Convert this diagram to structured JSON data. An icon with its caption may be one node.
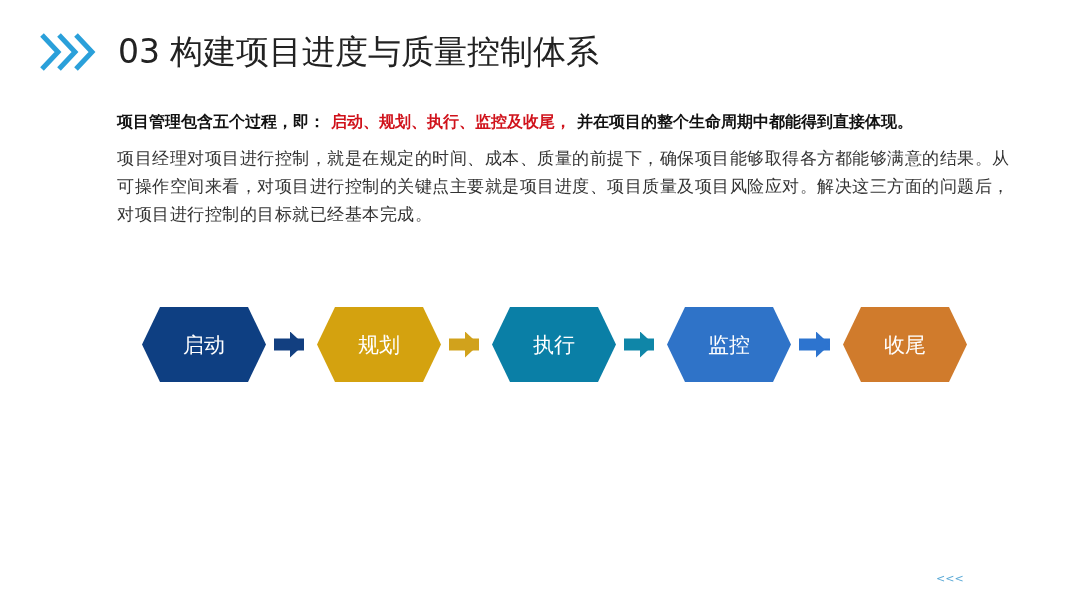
{
  "diagram": {
    "title": "03 构建项目进度与质量控制体系",
    "nodes": [
      {
        "text": [
          "启动"
        ]
      },
      {
        "text": [
          "规划"
        ]
      },
      {
        "text": [
          "执行"
        ]
      },
      {
        "text": [
          "监控"
        ]
      },
      {
        "text": [
          "收尾"
        ]
      }
    ],
    "edges": [
      {
        "from": 0,
        "to": 1,
        "arrow": "to",
        "color": "#123f80"
      },
      {
        "from": 1,
        "to": 2,
        "arrow": "to",
        "color": "#d1a21c"
      },
      {
        "from": 2,
        "to": 3,
        "arrow": "to",
        "color": "#0f86a8"
      },
      {
        "from": 3,
        "to": 4,
        "arrow": "to",
        "color": "#2d74cf"
      }
    ],
    "labels": [
      "项目管理包含五个过程，即：",
      "启动、规划、执行、监控及收尾，",
      "并在项目的整个生命周期中都能得到直接体现。",
      "项目经理对项目进行控制，就是在规定的时间、成本、质量的前提下，确保项目能够取得各方都能够满意的结果。从可操作空间来看，对项目进行控制的关键点主要就是项目进度、项目质量及项目风险应对。解决这三方面的问题后，对项目进行控制的目标就已经基本完成。",
      "<<<"
    ]
  }
}
